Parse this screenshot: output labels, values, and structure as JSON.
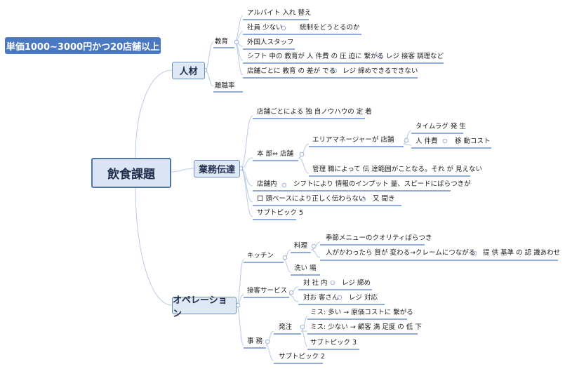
{
  "root": "飲食課題",
  "floating_topic": "単価1000~3000円かつ20店舗以上",
  "branches": {
    "jinzai": "人材",
    "gyomu": "業務伝達",
    "ope": "オペレーション"
  },
  "topics": {
    "kyoiku": "教育",
    "arubaito": "アルバイト 入れ 替え",
    "shainsukunai": "社員 少ない",
    "tousei": "統制をどうとるのか",
    "gaikokujin": "外国人スタッフ",
    "shift": "シフト 中の 教育が 人 件費 の 圧 迫に 繋がる",
    "rejisekkyaku": "レジ 接客 調理など",
    "tenpogoto": "店舗ごとに 教育 の 差が でる",
    "rejijime1": "レジ 締めできるできない",
    "rishoku": "離職率",
    "dokuji": "店舗ごとによる 独 自ノウハウの 定 着",
    "honbu": "本 部⇔ 店舗",
    "area": "エリアマネージャーが 店舗",
    "timelag": "タイムラグ 発 生",
    "jinkenhi": "人 件費",
    "idou": "移 動コスト",
    "kanrishoku": "管理 職によって 伝 達範囲がことなる。それ が 見えない",
    "tenponai": "店舗内",
    "shiftjouhou": "シフトにより 情報のインプット 量、スピードにばらつきが",
    "kotou": "口 頭ベースにより正しく伝わらない",
    "matagiki": "又 聞き",
    "sub5": "サブトピック 5",
    "kitchen": "キッチン",
    "ryouri": "料理",
    "kisetsu": "季節メニューのクオリティばらつき",
    "hitogakawaru": "人がかわったら 質が 変わる→クレームにつながる",
    "teikyou": "提 供 基準 の 認 識あわせ",
    "araiba": "洗い 場",
    "sekkyaku": "接客サービス",
    "taishanai": "対 社 内",
    "rejijime2": "レジ 締め",
    "taiokyaku": "対お 客さん",
    "rejitaiou": "レジ 対応",
    "jimu": "事 務",
    "hacchu": "発注",
    "miss1": "ミス: 多い → 原価コストに 繋がる",
    "miss2": "ミス: 少ない → 顧客 満 足度 の 低 下",
    "sub3": "サブトピック 3",
    "sub2": "サブトピック 2"
  },
  "colors": {
    "line": "#b7cbe6",
    "underline": "#4f7bc0",
    "branch_border": "#6f8fbd",
    "branch_fill": "#dfe8f5",
    "float_fill": "#4a78c2"
  }
}
